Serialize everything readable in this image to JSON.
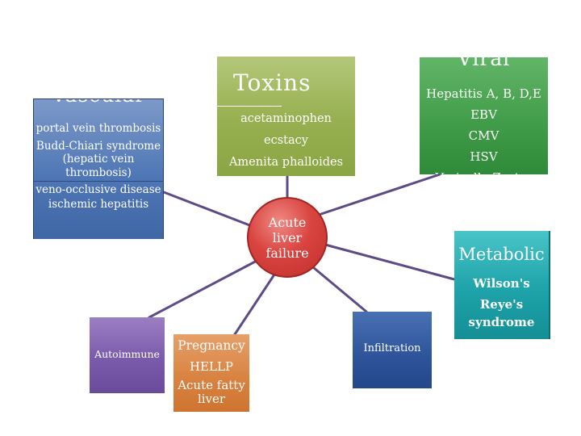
{
  "center": {
    "lines": [
      "Acute",
      "liver",
      "failure"
    ]
  },
  "vascular": {
    "title": "Vascular",
    "items": [
      "portal vein thrombosis",
      "Budd-Chiari syndrome (hepatic vein thrombosis)",
      "veno-occlusive disease",
      "ischemic hepatitis"
    ]
  },
  "toxins": {
    "title": "Toxins",
    "items": [
      "acetaminophen",
      "ecstacy",
      "Amenita phalloides"
    ]
  },
  "viral": {
    "title": "Viral",
    "items": [
      "Hepatitis A, B, D,E",
      "EBV",
      "CMV",
      "HSV",
      "Varicella-Zoster"
    ]
  },
  "metabolic": {
    "title": "Metabolic",
    "items": [
      "Wilson's",
      "Reye's",
      "syndrome"
    ]
  },
  "autoimmune": {
    "title": "Autoimmune"
  },
  "pregnancy": {
    "title": "Pregnancy",
    "items": [
      "HELLP",
      "Acute fatty",
      "liver"
    ]
  },
  "infiltration": {
    "title": "Infiltration"
  },
  "colors": {
    "connector": "#5d4a87",
    "vascular": "#4f77b5",
    "toxins": "#98b152",
    "viral": "#3f9b47",
    "metabolic": "#1da3a9",
    "autoimmune": "#7a5aab",
    "pregnancy": "#d98342",
    "infiltration": "#2f559c",
    "center": "#d94440"
  }
}
